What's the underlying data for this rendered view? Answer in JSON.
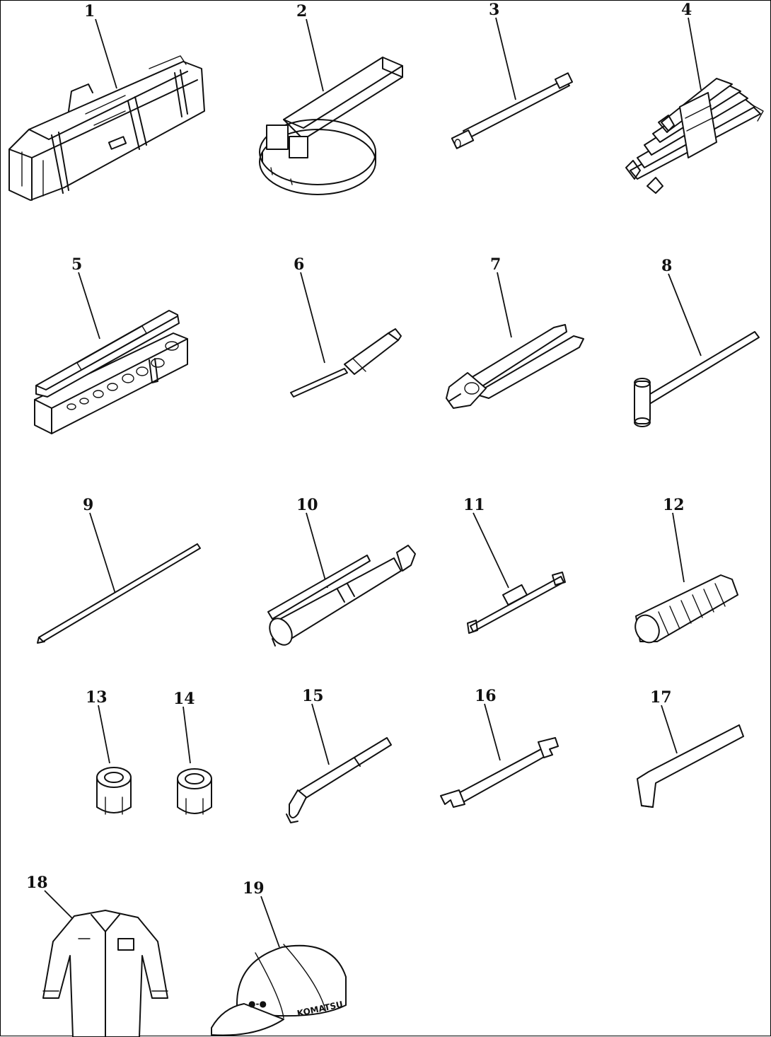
{
  "callouts": [
    "1",
    "2",
    "3",
    "4",
    "5",
    "6",
    "7",
    "8",
    "9",
    "10",
    "11",
    "12",
    "13",
    "14",
    "15",
    "16",
    "17",
    "18",
    "19"
  ],
  "markings": {
    "cap_text": "KOMATSU"
  },
  "icons": {
    "1": "tool-bag-icon",
    "2": "filter-wrench-icon",
    "3": "extension-bar-icon",
    "4": "wrench-set-icon",
    "5": "socket-set-case-icon",
    "6": "screwdriver-icon",
    "7": "pliers-icon",
    "8": "hammer-icon",
    "9": "pry-bar-icon",
    "10": "grease-gun-icon",
    "11": "t-handle-wrench-icon",
    "12": "grease-hose-icon",
    "13": "socket-icon",
    "14": "socket-icon",
    "15": "box-wrench-icon",
    "16": "spanner-icon",
    "17": "hex-key-icon",
    "18": "coverall-icon",
    "19": "cap-icon"
  },
  "colors": {
    "line": "#111111",
    "background": "#ffffff"
  }
}
